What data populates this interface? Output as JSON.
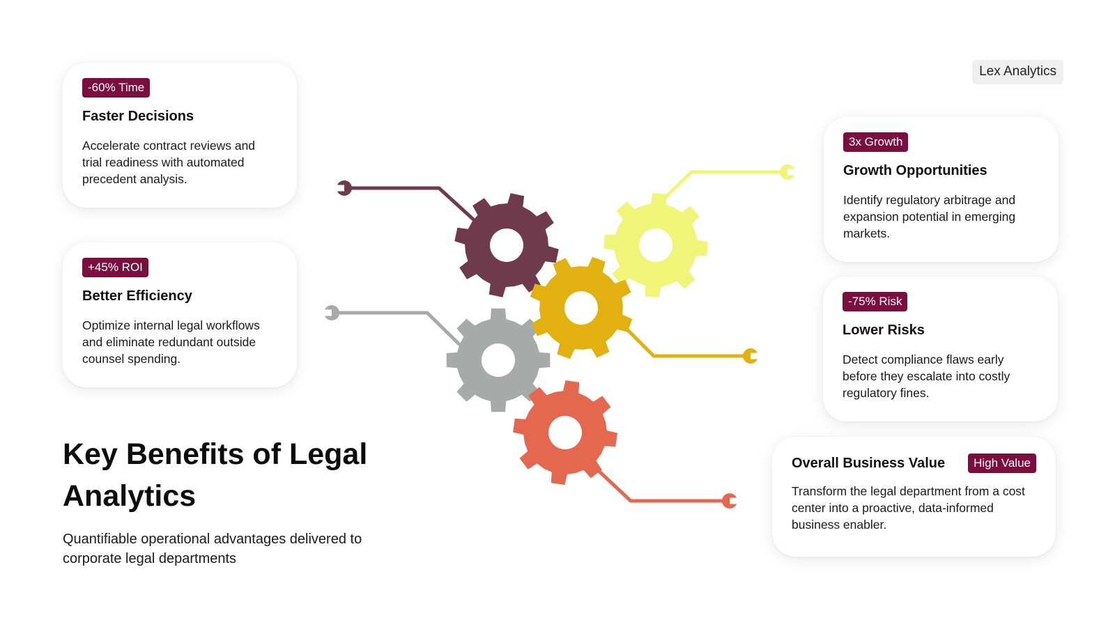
{
  "brand": "Lex Analytics",
  "heading": {
    "title": "Key Benefits of Legal Analytics",
    "subtitle": "Quantifiable operational advantages delivered to corporate legal departments"
  },
  "benefits": [
    {
      "badge": "-60% Time",
      "title": "Faster Decisions",
      "description": "Accelerate contract reviews and trial readiness with automated precedent analysis."
    },
    {
      "badge": "+45% ROI",
      "title": "Better Efficiency",
      "description": "Optimize internal legal workflows and eliminate redundant outside counsel spending."
    },
    {
      "badge": "3x Growth",
      "title": "Growth Opportunities",
      "description": "Identify regulatory arbitrage and expansion potential in emerging markets."
    },
    {
      "badge": "-75% Risk",
      "title": "Lower Risks",
      "description": "Detect compliance flaws early before they escalate into costly regulatory fines."
    }
  ],
  "summary": {
    "title": "Overall Business Value",
    "badge": "High Value",
    "description": "Transform the legal department from a cost center into a proactive, data-informed business enabler."
  },
  "gear_colors": {
    "plum": "#6e3a4c",
    "yellow": "#f0f57a",
    "gold": "#e2b00f",
    "gray": "#a6abaa",
    "coral": "#e4674f"
  },
  "badge_color": "#7a0e3e"
}
